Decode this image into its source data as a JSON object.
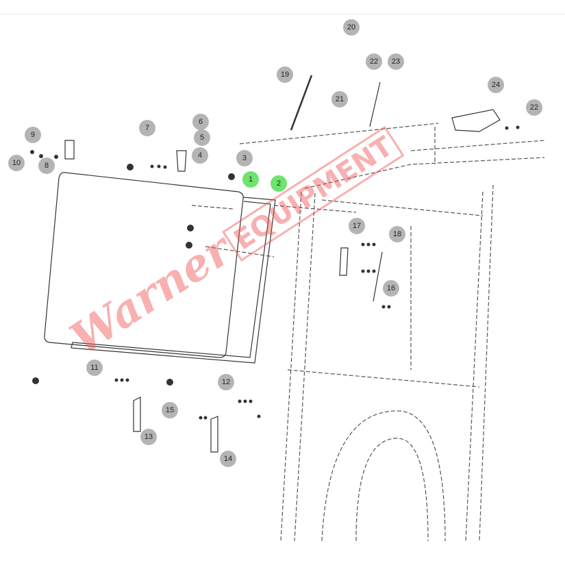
{
  "diagram": {
    "callouts": [
      {
        "label": "1",
        "highlight": true
      },
      {
        "label": "2",
        "highlight": true
      },
      {
        "label": "3"
      },
      {
        "label": "4"
      },
      {
        "label": "5"
      },
      {
        "label": "6"
      },
      {
        "label": "7"
      },
      {
        "label": "8"
      },
      {
        "label": "9"
      },
      {
        "label": "10"
      },
      {
        "label": "11"
      },
      {
        "label": "12"
      },
      {
        "label": "13"
      },
      {
        "label": "14"
      },
      {
        "label": "15"
      },
      {
        "label": "16"
      },
      {
        "label": "17"
      },
      {
        "label": "18"
      },
      {
        "label": "19"
      },
      {
        "label": "20"
      },
      {
        "label": "21"
      },
      {
        "label": "22"
      },
      {
        "label": "23"
      },
      {
        "label": "24"
      },
      {
        "label": "22"
      }
    ],
    "colors": {
      "callout": "#b4b4b4",
      "highlight": "#6ee36e",
      "watermark": "#f05050"
    }
  },
  "watermark": {
    "text": "Warner",
    "boxed": "EQUIPMENT"
  }
}
